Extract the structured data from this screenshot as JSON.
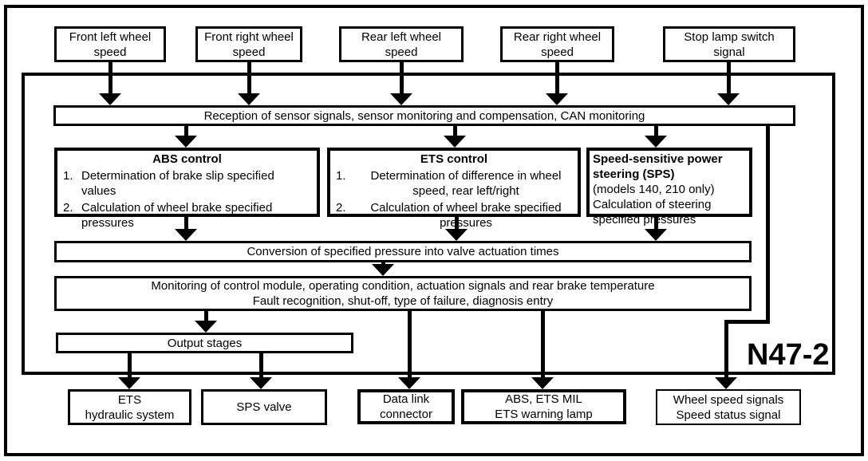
{
  "module_label": "N47-2",
  "inputs": {
    "front_left": [
      "Front left wheel",
      "speed"
    ],
    "front_right": [
      "Front right wheel",
      "speed"
    ],
    "rear_left": [
      "Rear left wheel",
      "speed"
    ],
    "rear_right": [
      "Rear right wheel",
      "speed"
    ],
    "stop_lamp": [
      "Stop lamp switch",
      "signal"
    ]
  },
  "reception": "Reception of sensor signals, sensor monitoring and compensation, CAN monitoring",
  "abs_control": {
    "title": "ABS control",
    "items": [
      {
        "num": "1.",
        "lines": [
          "Determination of brake slip specified",
          "values"
        ]
      },
      {
        "num": "2.",
        "lines": [
          "Calculation of wheel brake specified",
          "pressures"
        ]
      }
    ]
  },
  "ets_control": {
    "title": "ETS control",
    "items": [
      {
        "num": "1.",
        "lines": [
          "Determination of difference in wheel",
          "speed, rear left/right"
        ]
      },
      {
        "num": "2.",
        "lines": [
          "Calculation of wheel brake specified",
          "pressures"
        ]
      }
    ]
  },
  "sps_control": {
    "title_lines": [
      "Speed-sensitive power",
      "steering (SPS)"
    ],
    "body_lines": [
      "(models 140, 210 only)",
      "Calculation of steering",
      "specified pressures"
    ]
  },
  "conversion": "Conversion of specified pressure into valve actuation times",
  "monitoring": [
    "Monitoring of control module, operating condition, actuation signals and rear brake temperature",
    "Fault recognition, shut-off, type of failure, diagnosis entry"
  ],
  "output_stages": "Output stages",
  "outputs": {
    "ets_hydraulic": [
      "ETS",
      "hydraulic system"
    ],
    "sps_valve": [
      "SPS valve"
    ],
    "data_link": [
      "Data link",
      "connector"
    ],
    "warning_lamps": [
      "ABS, ETS MIL",
      "ETS warning lamp"
    ],
    "wheel_speed": [
      "Wheel speed signals",
      "Speed status signal"
    ]
  },
  "colors": {
    "line": "#000000",
    "background": "#ffffff"
  }
}
